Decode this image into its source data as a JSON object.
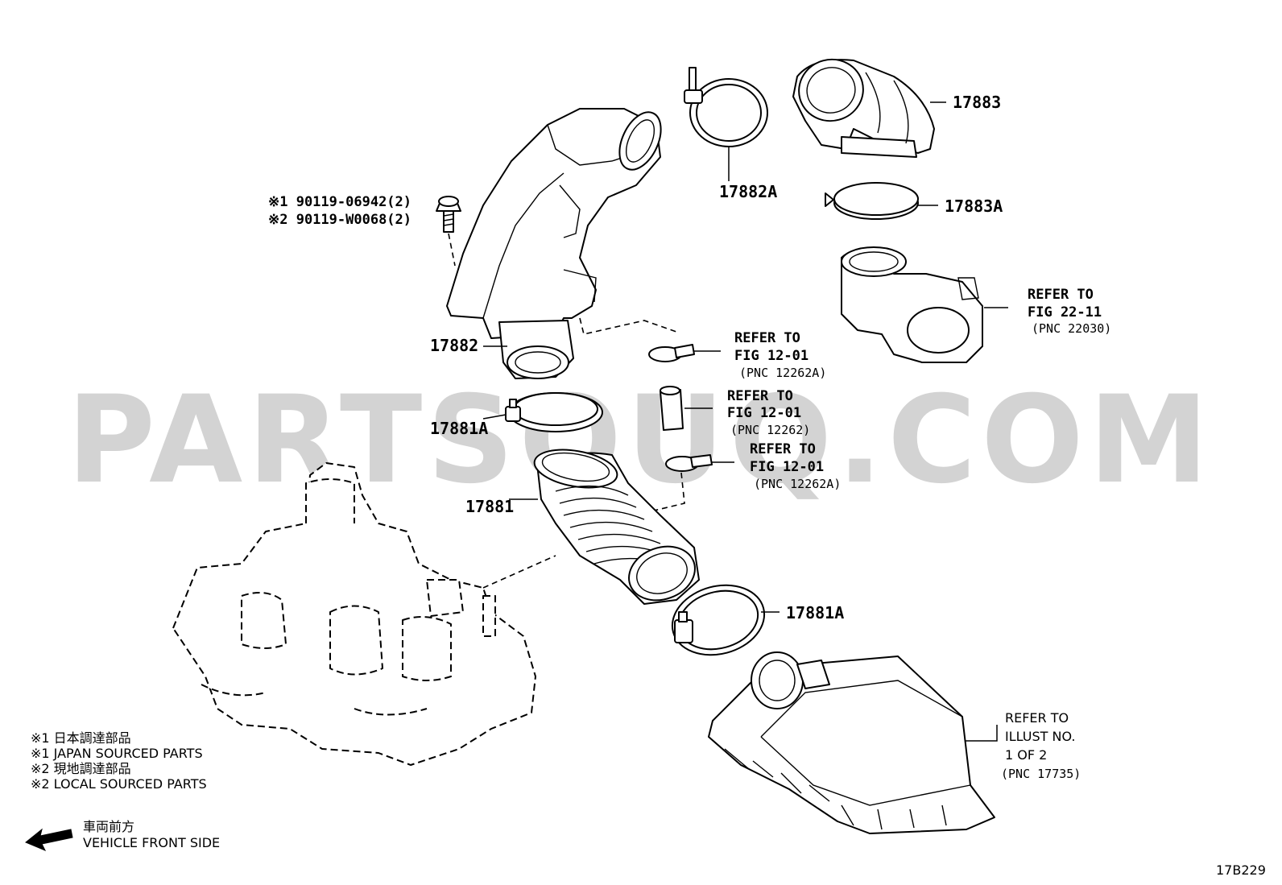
{
  "watermark": "PARTSOUQ.COM",
  "parts": {
    "p17883": "17883",
    "p17882A": "17882A",
    "p17883A": "17883A",
    "p17882": "17882",
    "p17881A_upper": "17881A",
    "p17881": "17881",
    "p17881A_lower": "17881A"
  },
  "bolt": {
    "line1": "※1 90119-06942(2)",
    "line2": "※2 90119-W0068(2)"
  },
  "refs": {
    "throttle": {
      "line1": "REFER TO",
      "line2": "FIG 22-11",
      "pnc": "(PNC 22030)"
    },
    "clip_upper": {
      "line1": "REFER TO",
      "line2": "FIG 12-01",
      "pnc": "(PNC 12262A)"
    },
    "hose": {
      "line1": "REFER TO",
      "line2": "FIG 12-01",
      "pnc": "(PNC 12262)"
    },
    "clip_lower": {
      "line1": "REFER TO",
      "line2": "FIG 12-01",
      "pnc": "(PNC 12262A)"
    },
    "air_cleaner": {
      "line1": "REFER TO",
      "line2": "ILLUST NO.",
      "line3": "1 OF 2",
      "pnc": "(PNC 17735)"
    }
  },
  "legend": {
    "l1": "※1  日本調達部品",
    "l2": "※1  JAPAN SOURCED PARTS",
    "l3": "※2  現地調達部品",
    "l4": "※2  LOCAL SOURCED PARTS"
  },
  "front": {
    "jp": "車両前方",
    "en": "VEHICLE FRONT SIDE"
  },
  "figure_code": "17B229"
}
